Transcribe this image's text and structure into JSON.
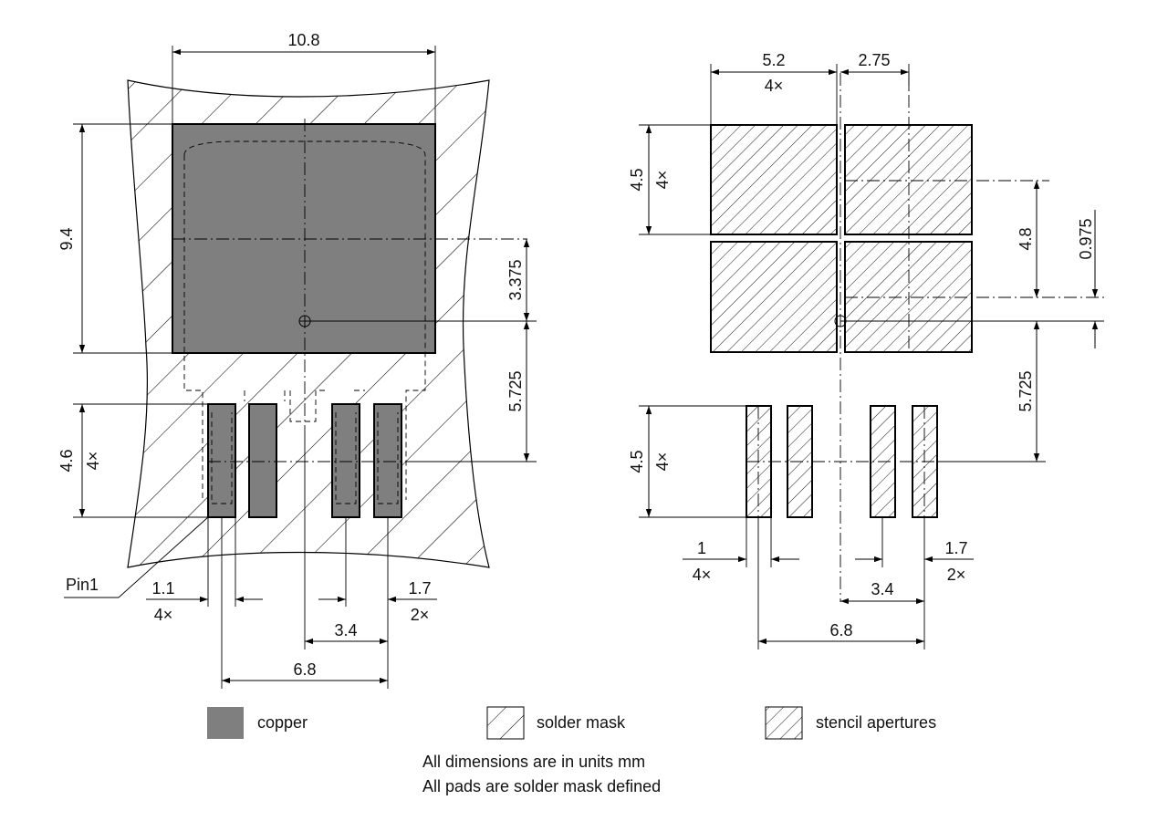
{
  "colors": {
    "copper": "#7f7f7f",
    "line": "#000000",
    "background": "#ffffff"
  },
  "left_view": {
    "width_overall": "10.8",
    "height_tab": "9.4",
    "offset_center_to_tab": "3.375",
    "offset_center_to_leads": "5.725",
    "lead_length": "4.6",
    "lead_length_count": "4×",
    "lead_width": "1.1",
    "lead_width_count": "4×",
    "lead_width_outer": "1.7",
    "lead_width_outer_count": "2×",
    "pitch_inner": "3.4",
    "pitch_outer": "6.8",
    "pin1_label": "Pin1"
  },
  "right_view": {
    "aperture_width": "5.2",
    "aperture_width_count": "4×",
    "aperture_gap_width": "2.75",
    "aperture_height": "4.5",
    "aperture_height_count": "4×",
    "offset_aperture_row": "4.8",
    "offset_small": "0.975",
    "offset_center_to_leads": "5.725",
    "lead_aperture_length": "4.5",
    "lead_aperture_length_count": "4×",
    "lead_aperture_width": "1",
    "lead_aperture_width_count": "4×",
    "lead_aperture_width_outer": "1.7",
    "lead_aperture_width_outer_count": "2×",
    "pitch_inner": "3.4",
    "pitch_outer": "6.8"
  },
  "legend": {
    "copper": "copper",
    "solder_mask": "solder mask",
    "stencil": "stencil apertures"
  },
  "notes": {
    "line1": "All dimensions are in units mm",
    "line2": "All pads are solder mask defined"
  }
}
